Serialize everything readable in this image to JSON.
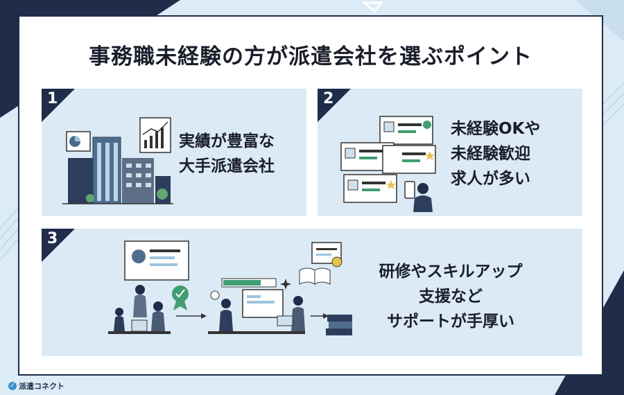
{
  "title": "事務職未経験の方が派遣会社を選ぶポイント",
  "cards": [
    {
      "number": "1",
      "lines": [
        "実績が豊富な",
        "大手派遣会社"
      ]
    },
    {
      "number": "2",
      "lines": [
        "未経験OKや",
        "未経験歓迎",
        "求人が多い"
      ]
    },
    {
      "number": "3",
      "lines": [
        "研修やスキルアップ",
        "支援など",
        "サポートが手厚い"
      ]
    }
  ],
  "logo": {
    "text": "派遣コネクト",
    "icon": "check-circle-icon"
  },
  "colors": {
    "navy": "#1f2c4a",
    "card_bg": "#dbeaf4",
    "page_bg": "#dcecf6",
    "accent_green": "#3f9e72"
  }
}
